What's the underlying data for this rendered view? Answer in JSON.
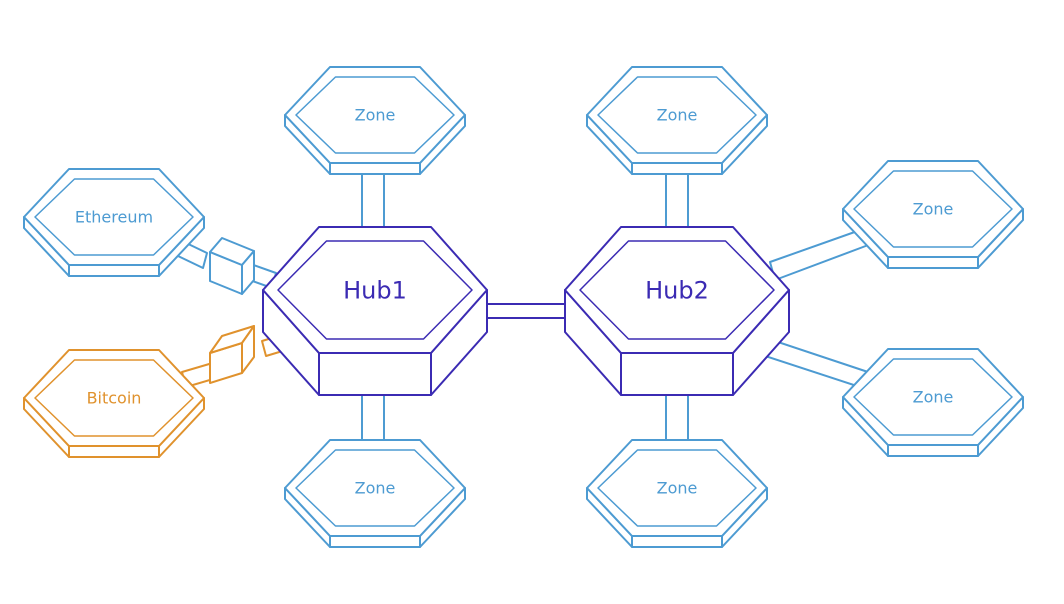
{
  "colors": {
    "zone": "#4d9bd2",
    "hub": "#3b2bb3",
    "bitcoin": "#e0922d"
  },
  "hubs": [
    {
      "id": "hub1",
      "label": "Hub1"
    },
    {
      "id": "hub2",
      "label": "Hub2"
    }
  ],
  "zones": [
    {
      "id": "zone-hub1-top",
      "label": "Zone"
    },
    {
      "id": "zone-hub1-bottom",
      "label": "Zone"
    },
    {
      "id": "zone-hub2-top",
      "label": "Zone"
    },
    {
      "id": "zone-hub2-bottom",
      "label": "Zone"
    },
    {
      "id": "zone-hub2-right-top",
      "label": "Zone"
    },
    {
      "id": "zone-hub2-right-bottom",
      "label": "Zone"
    },
    {
      "id": "ethereum",
      "label": "Ethereum"
    },
    {
      "id": "bitcoin",
      "label": "Bitcoin"
    }
  ]
}
